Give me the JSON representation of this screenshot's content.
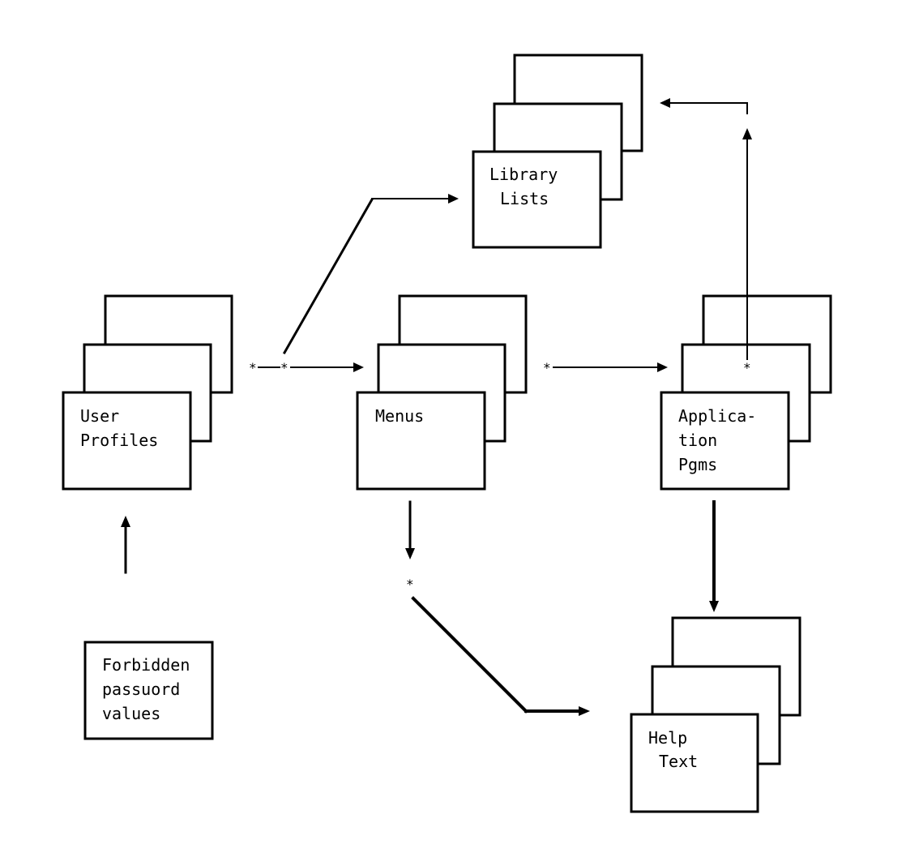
{
  "nodes": {
    "library_lists": {
      "lines": [
        "Library",
        "Lists"
      ]
    },
    "user_profiles": {
      "lines": [
        "User",
        "Profiles"
      ]
    },
    "menus": {
      "lines": [
        "Menus"
      ]
    },
    "application_pgms": {
      "lines": [
        "Applica-",
        "tion",
        "Pgms"
      ]
    },
    "forbidden_password_values": {
      "lines": [
        "Forbidden",
        "passuord",
        "values"
      ]
    },
    "help_text": {
      "lines": [
        "Help",
        "Text"
      ]
    }
  },
  "markers": {
    "asterisk": "*"
  },
  "colors": {
    "ink": "#000000",
    "paper": "#ffffff"
  }
}
